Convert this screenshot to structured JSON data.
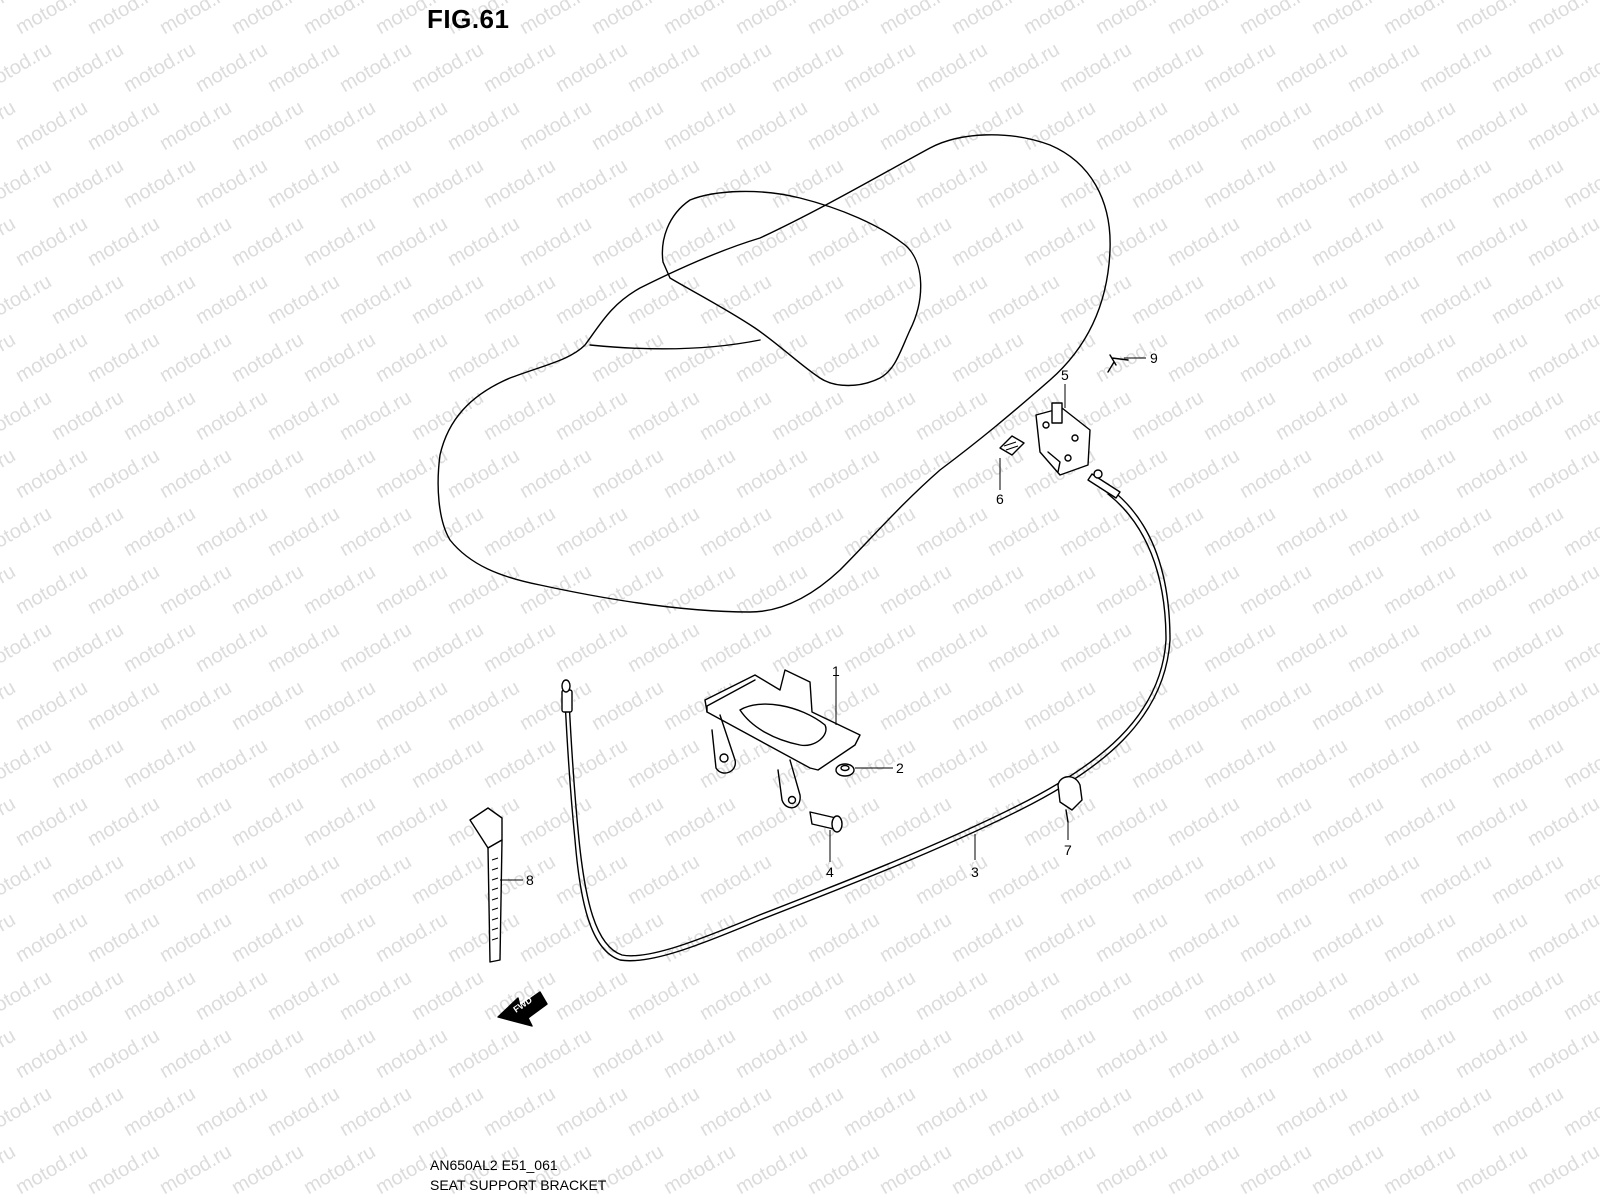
{
  "figure": {
    "title": "FIG.61",
    "watermark_text": "motod.ru"
  },
  "callouts": [
    {
      "id": "1",
      "label": "1"
    },
    {
      "id": "2",
      "label": "2"
    },
    {
      "id": "3",
      "label": "3"
    },
    {
      "id": "4",
      "label": "4"
    },
    {
      "id": "5",
      "label": "5"
    },
    {
      "id": "6",
      "label": "6"
    },
    {
      "id": "7",
      "label": "7"
    },
    {
      "id": "8",
      "label": "8"
    },
    {
      "id": "9",
      "label": "9"
    }
  ],
  "direction_arrow": {
    "label": "FWD"
  },
  "footer": {
    "model_code": "AN650AL2 E51_061",
    "section_name": "SEAT SUPPORT BRACKET"
  }
}
